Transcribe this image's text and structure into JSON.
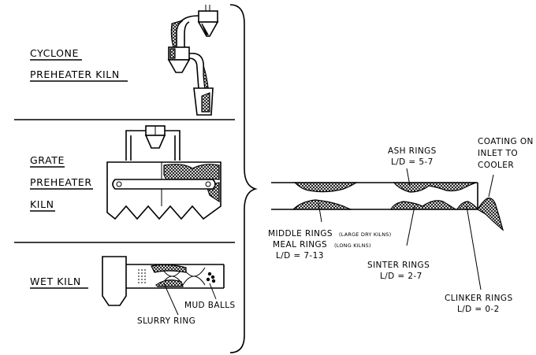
{
  "sections": {
    "cyclone": {
      "line1": "CYCLONE",
      "line2": "PREHEATER KILN"
    },
    "grate": {
      "line1": "GRATE",
      "line2": "PREHEATER",
      "line3": "KILN"
    },
    "wet": {
      "title": "WET KILN",
      "slurry_ring": "SLURRY RING",
      "mud_balls": "MUD BALLS"
    }
  },
  "detail": {
    "ash_rings": {
      "title": "ASH RINGS",
      "ratio": "L/D = 5-7"
    },
    "coating": {
      "line1": "COATING ON",
      "line2": "INLET TO",
      "line3": "COOLER"
    },
    "middle_rings": {
      "title": "MIDDLE RINGS",
      "note": "(LARGE DRY KILNS)"
    },
    "meal_rings": {
      "title": "MEAL RINGS",
      "note": "(LONG KILNS)",
      "ratio": "L/D = 7-13"
    },
    "sinter_rings": {
      "title": "SINTER RINGS",
      "ratio": "L/D = 2-7"
    },
    "clinker_rings": {
      "title": "CLINKER RINGS",
      "ratio": "L/D = 0-2"
    }
  }
}
